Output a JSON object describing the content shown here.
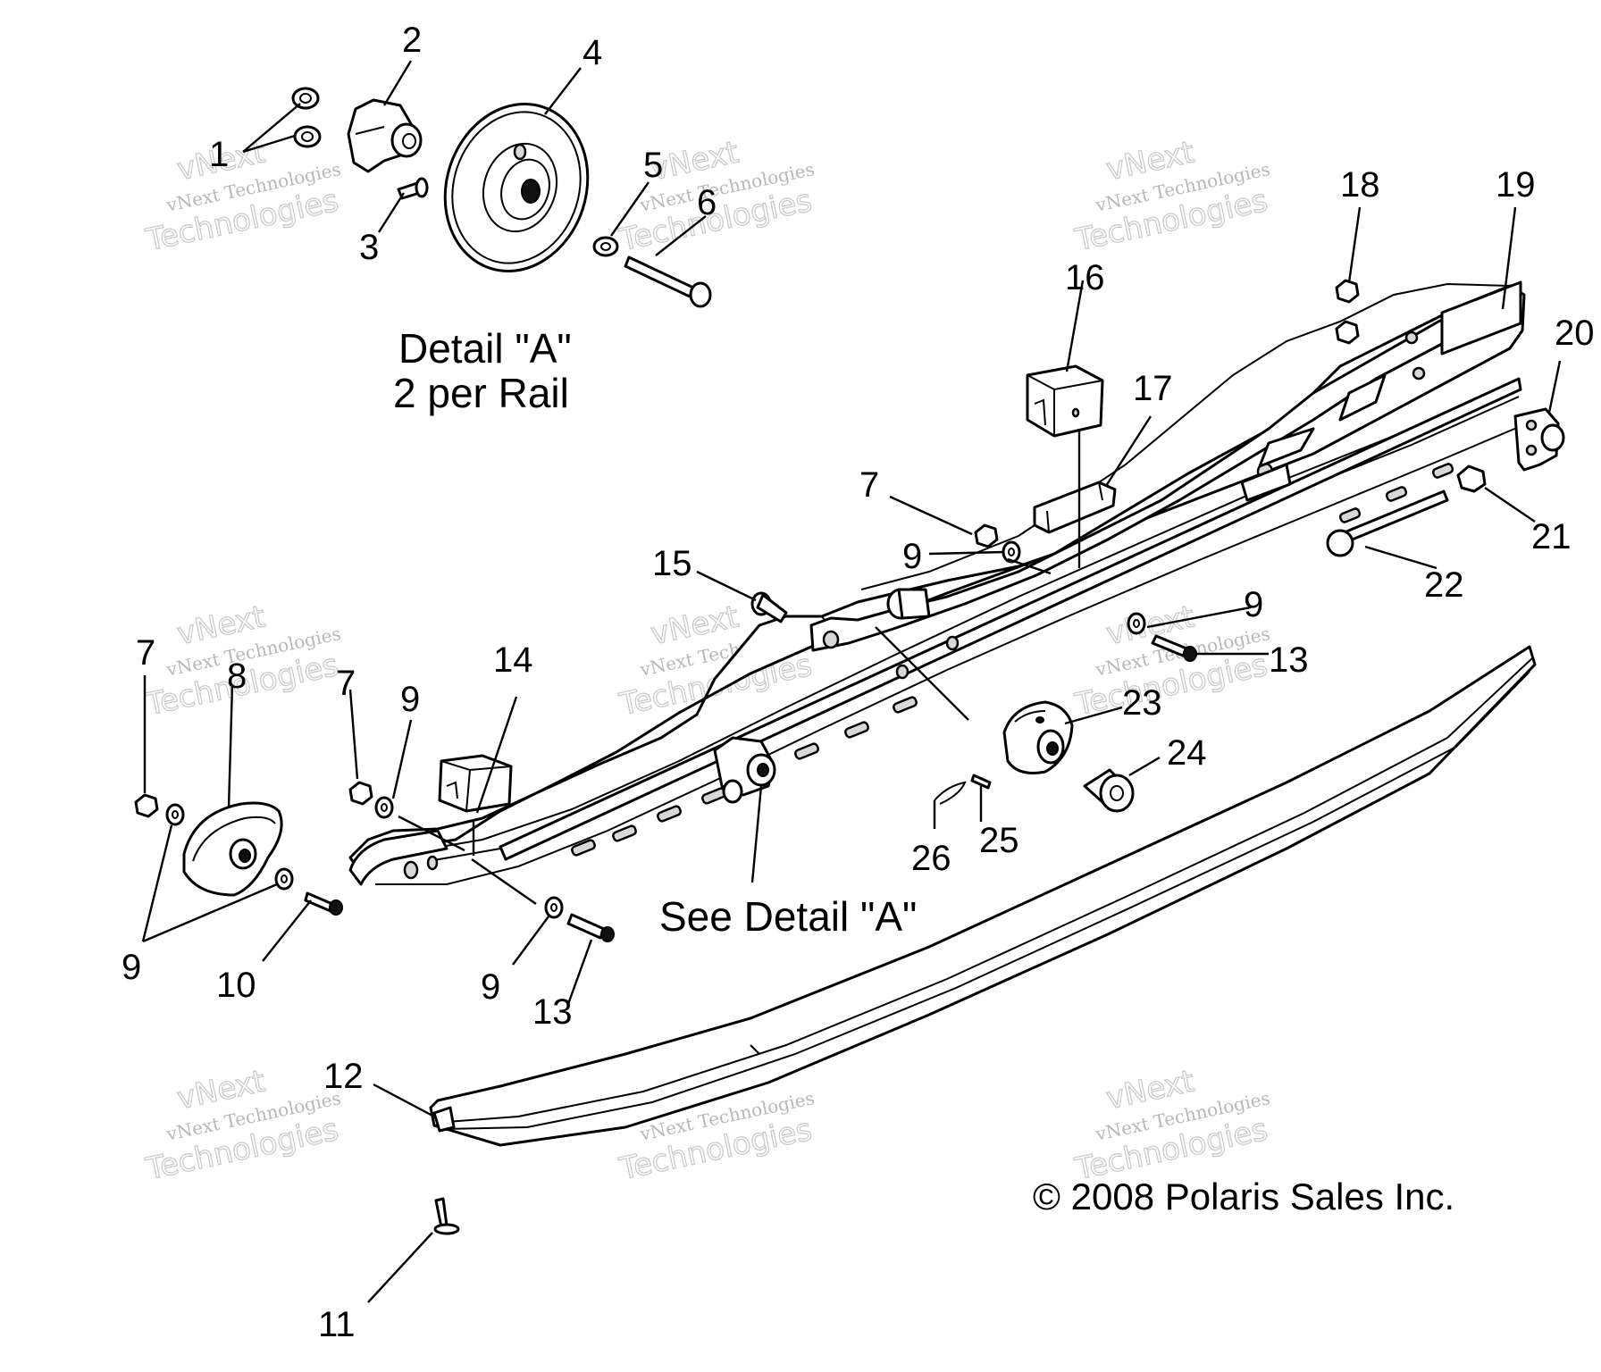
{
  "detail_caption": {
    "line1": "Detail \"A\"",
    "line2": "2 per Rail"
  },
  "see_detail": "See Detail \"A\"",
  "copyright": "© 2008 Polaris Sales Inc.",
  "watermark": {
    "line1": "vNext",
    "line2": "vNext Technologies",
    "line3": "Technologies"
  },
  "callouts": [
    {
      "id": "c1",
      "label": "1"
    },
    {
      "id": "c2",
      "label": "2"
    },
    {
      "id": "c3",
      "label": "3"
    },
    {
      "id": "c4",
      "label": "4"
    },
    {
      "id": "c5",
      "label": "5"
    },
    {
      "id": "c6",
      "label": "6"
    },
    {
      "id": "c7a",
      "label": "7"
    },
    {
      "id": "c7b",
      "label": "7"
    },
    {
      "id": "c7c",
      "label": "7"
    },
    {
      "id": "c8",
      "label": "8"
    },
    {
      "id": "c9a",
      "label": "9"
    },
    {
      "id": "c9b",
      "label": "9"
    },
    {
      "id": "c9c",
      "label": "9"
    },
    {
      "id": "c9d",
      "label": "9"
    },
    {
      "id": "c9e",
      "label": "9"
    },
    {
      "id": "c10",
      "label": "10"
    },
    {
      "id": "c11",
      "label": "11"
    },
    {
      "id": "c12",
      "label": "12"
    },
    {
      "id": "c13a",
      "label": "13"
    },
    {
      "id": "c13b",
      "label": "13"
    },
    {
      "id": "c14",
      "label": "14"
    },
    {
      "id": "c15",
      "label": "15"
    },
    {
      "id": "c16",
      "label": "16"
    },
    {
      "id": "c17",
      "label": "17"
    },
    {
      "id": "c18",
      "label": "18"
    },
    {
      "id": "c19",
      "label": "19"
    },
    {
      "id": "c20",
      "label": "20"
    },
    {
      "id": "c21",
      "label": "21"
    },
    {
      "id": "c22",
      "label": "22"
    },
    {
      "id": "c23",
      "label": "23"
    },
    {
      "id": "c24",
      "label": "24"
    },
    {
      "id": "c25",
      "label": "25"
    },
    {
      "id": "c26",
      "label": "26"
    }
  ]
}
